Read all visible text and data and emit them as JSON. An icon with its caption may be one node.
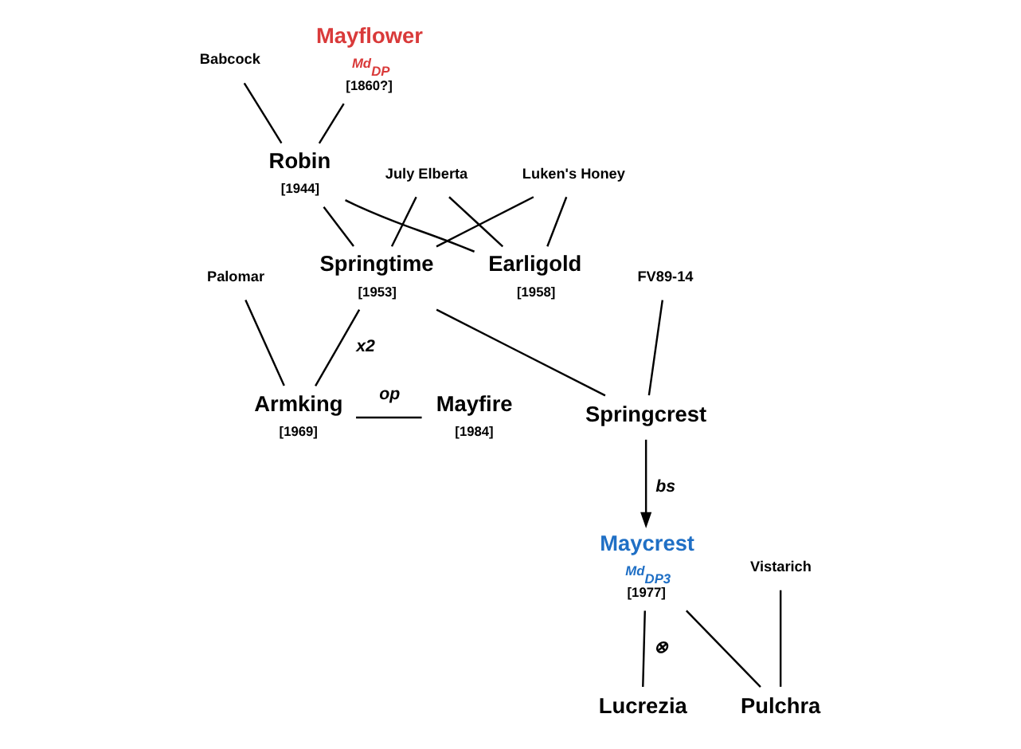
{
  "diagram": {
    "nodes": [
      {
        "text": [
          "Babcock"
        ]
      },
      {
        "text": [
          "Mayflower"
        ],
        "beside": [
          "Md$_{DP}$",
          "[1860?]"
        ]
      },
      {
        "text": [
          "Robin"
        ],
        "beside": [
          "[1944]"
        ]
      },
      {
        "text": [
          "Luken's Honey"
        ]
      },
      {
        "text": [
          "July Elberta"
        ]
      },
      {
        "text": [
          "Earligold"
        ],
        "beside": [
          "[1958]"
        ]
      },
      {
        "text": [
          "FV89-14"
        ]
      },
      {
        "text": [
          "Springtime"
        ],
        "beside": [
          "[1953]"
        ]
      },
      {
        "text": [
          "Palomar"
        ]
      },
      {
        "text": [
          "Springcrest"
        ]
      },
      {
        "text": [
          "Armking"
        ],
        "beside": [
          "[1969]"
        ]
      },
      {
        "text": [
          "Mayfire"
        ],
        "beside": [
          "[1984]"
        ]
      },
      {
        "text": [
          "Maycrest"
        ],
        "beside": [
          "Md$_{DP3}$",
          "[1977]"
        ]
      },
      {
        "text": [
          "Vistarich"
        ]
      },
      {
        "text": [
          "Lucrezia"
        ]
      },
      {
        "text": [
          "Pulchra"
        ]
      }
    ],
    "edges": [
      {
        "from": 0,
        "to": 2,
        "arrow": "none"
      },
      {
        "from": 1,
        "to": 2,
        "arrow": "none"
      },
      {
        "from": 2,
        "to": 7,
        "arrow": "none"
      },
      {
        "from": 3,
        "to": 7,
        "arrow": "none"
      },
      {
        "from": 4,
        "to": 7,
        "arrow": "none"
      },
      {
        "from": 2,
        "to": 5,
        "arrow": "none"
      },
      {
        "from": 3,
        "to": 5,
        "arrow": "none"
      },
      {
        "from": 4,
        "to": 5,
        "arrow": "none"
      },
      {
        "from": 6,
        "to": 9,
        "arrow": "none"
      },
      {
        "from": 7,
        "to": 9,
        "arrow": "none"
      },
      {
        "from": 7,
        "to": 10,
        "label": "x2",
        "arrow": "none"
      },
      {
        "from": 8,
        "to": 10,
        "arrow": "none"
      },
      {
        "from": 10,
        "to": 11,
        "label": "op",
        "arrow": "none"
      },
      {
        "from": 9,
        "to": 12,
        "label": "bs",
        "arrow": "to"
      },
      {
        "from": 12,
        "to": 14,
        "label": "⊗",
        "arrow": "none"
      },
      {
        "from": 12,
        "to": 15,
        "arrow": "none"
      },
      {
        "from": 13,
        "to": 15,
        "arrow": "none"
      }
    ]
  }
}
